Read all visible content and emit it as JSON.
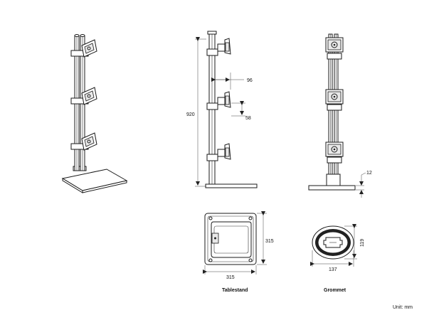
{
  "dimensions": {
    "height_920": "920",
    "offset_96": "96",
    "offset_58": "58",
    "thickness_12": "12",
    "stand_width": "315",
    "stand_depth": "315",
    "grommet_depth": "119",
    "grommet_width": "137"
  },
  "captions": {
    "tablestand": "Tablestand",
    "grommet": "Grommet"
  },
  "unit_note": "Unit: mm"
}
